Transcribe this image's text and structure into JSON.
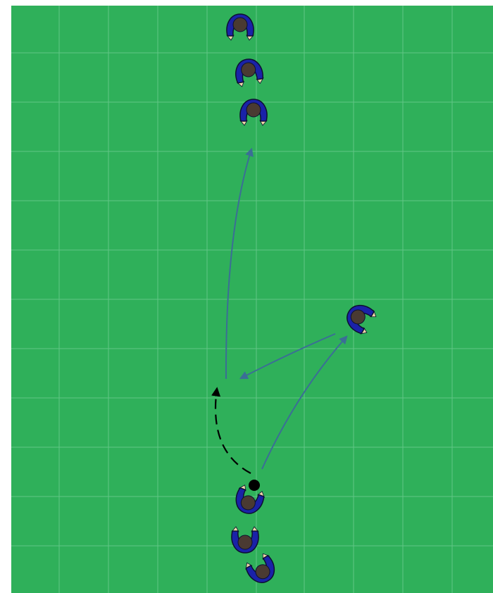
{
  "drill": {
    "colors": {
      "pitch": "#2fb05a",
      "grid_line": "#62c686",
      "pass_arrow": "#3b6e96",
      "run_arrow": "#000000",
      "ball": "#000000",
      "player_body": "#1a22a8",
      "player_outline": "#0d1030",
      "player_head": "#4a3a32",
      "player_hands": "#f1d9a8"
    },
    "players": [
      {
        "id": "top-1",
        "group": "top-queue",
        "icon": "player-topdown-icon"
      },
      {
        "id": "top-2",
        "group": "top-queue",
        "icon": "player-topdown-icon"
      },
      {
        "id": "top-3",
        "group": "top-queue",
        "icon": "player-topdown-icon"
      },
      {
        "id": "wall",
        "group": "wall-player",
        "icon": "player-topdown-icon"
      },
      {
        "id": "bottom-1",
        "group": "bottom-queue",
        "icon": "player-topdown-icon",
        "has_ball": true
      },
      {
        "id": "bottom-2",
        "group": "bottom-queue",
        "icon": "player-topdown-icon"
      },
      {
        "id": "bottom-3",
        "group": "bottom-queue",
        "icon": "player-topdown-icon"
      }
    ],
    "movements": [
      {
        "id": "pass-to-wall",
        "type": "pass",
        "style": "solid",
        "from": "bottom-1",
        "to": "wall"
      },
      {
        "id": "return-pass",
        "type": "pass",
        "style": "solid",
        "from": "wall",
        "to": "space-ahead"
      },
      {
        "id": "overlap-run",
        "type": "run",
        "style": "dashed",
        "from": "bottom-1",
        "to": "space-ahead"
      },
      {
        "id": "long-pass",
        "type": "pass",
        "style": "solid",
        "from": "space-ahead",
        "to": "top-3"
      }
    ]
  }
}
